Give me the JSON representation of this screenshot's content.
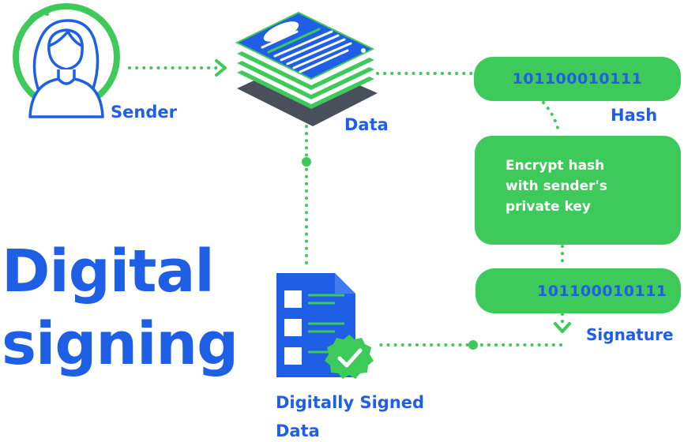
{
  "title": {
    "line1": "Digital",
    "line2": "signing"
  },
  "nodes": {
    "sender": {
      "label": "Sender",
      "icon": "person-icon"
    },
    "data": {
      "label": "Data",
      "icon": "document-stack-icon"
    },
    "hash": {
      "label": "Hash",
      "value": "101100010111"
    },
    "encrypt": {
      "lines": [
        "Encrypt hash",
        "with sender's",
        "private key"
      ],
      "icon": "key-icon"
    },
    "signature": {
      "label": "Signature",
      "value": "101100010111",
      "icon": "padlock-icon"
    },
    "signed_data": {
      "label_line1": "Digitally Signed",
      "label_line2": "Data",
      "icon": "checklist-document-icon"
    }
  },
  "colors": {
    "blue": "#1e5fe6",
    "green": "#3ec95b",
    "dark_gray": "#4a4f5c",
    "white": "#ffffff",
    "key_yellow": "#f5b82e"
  }
}
